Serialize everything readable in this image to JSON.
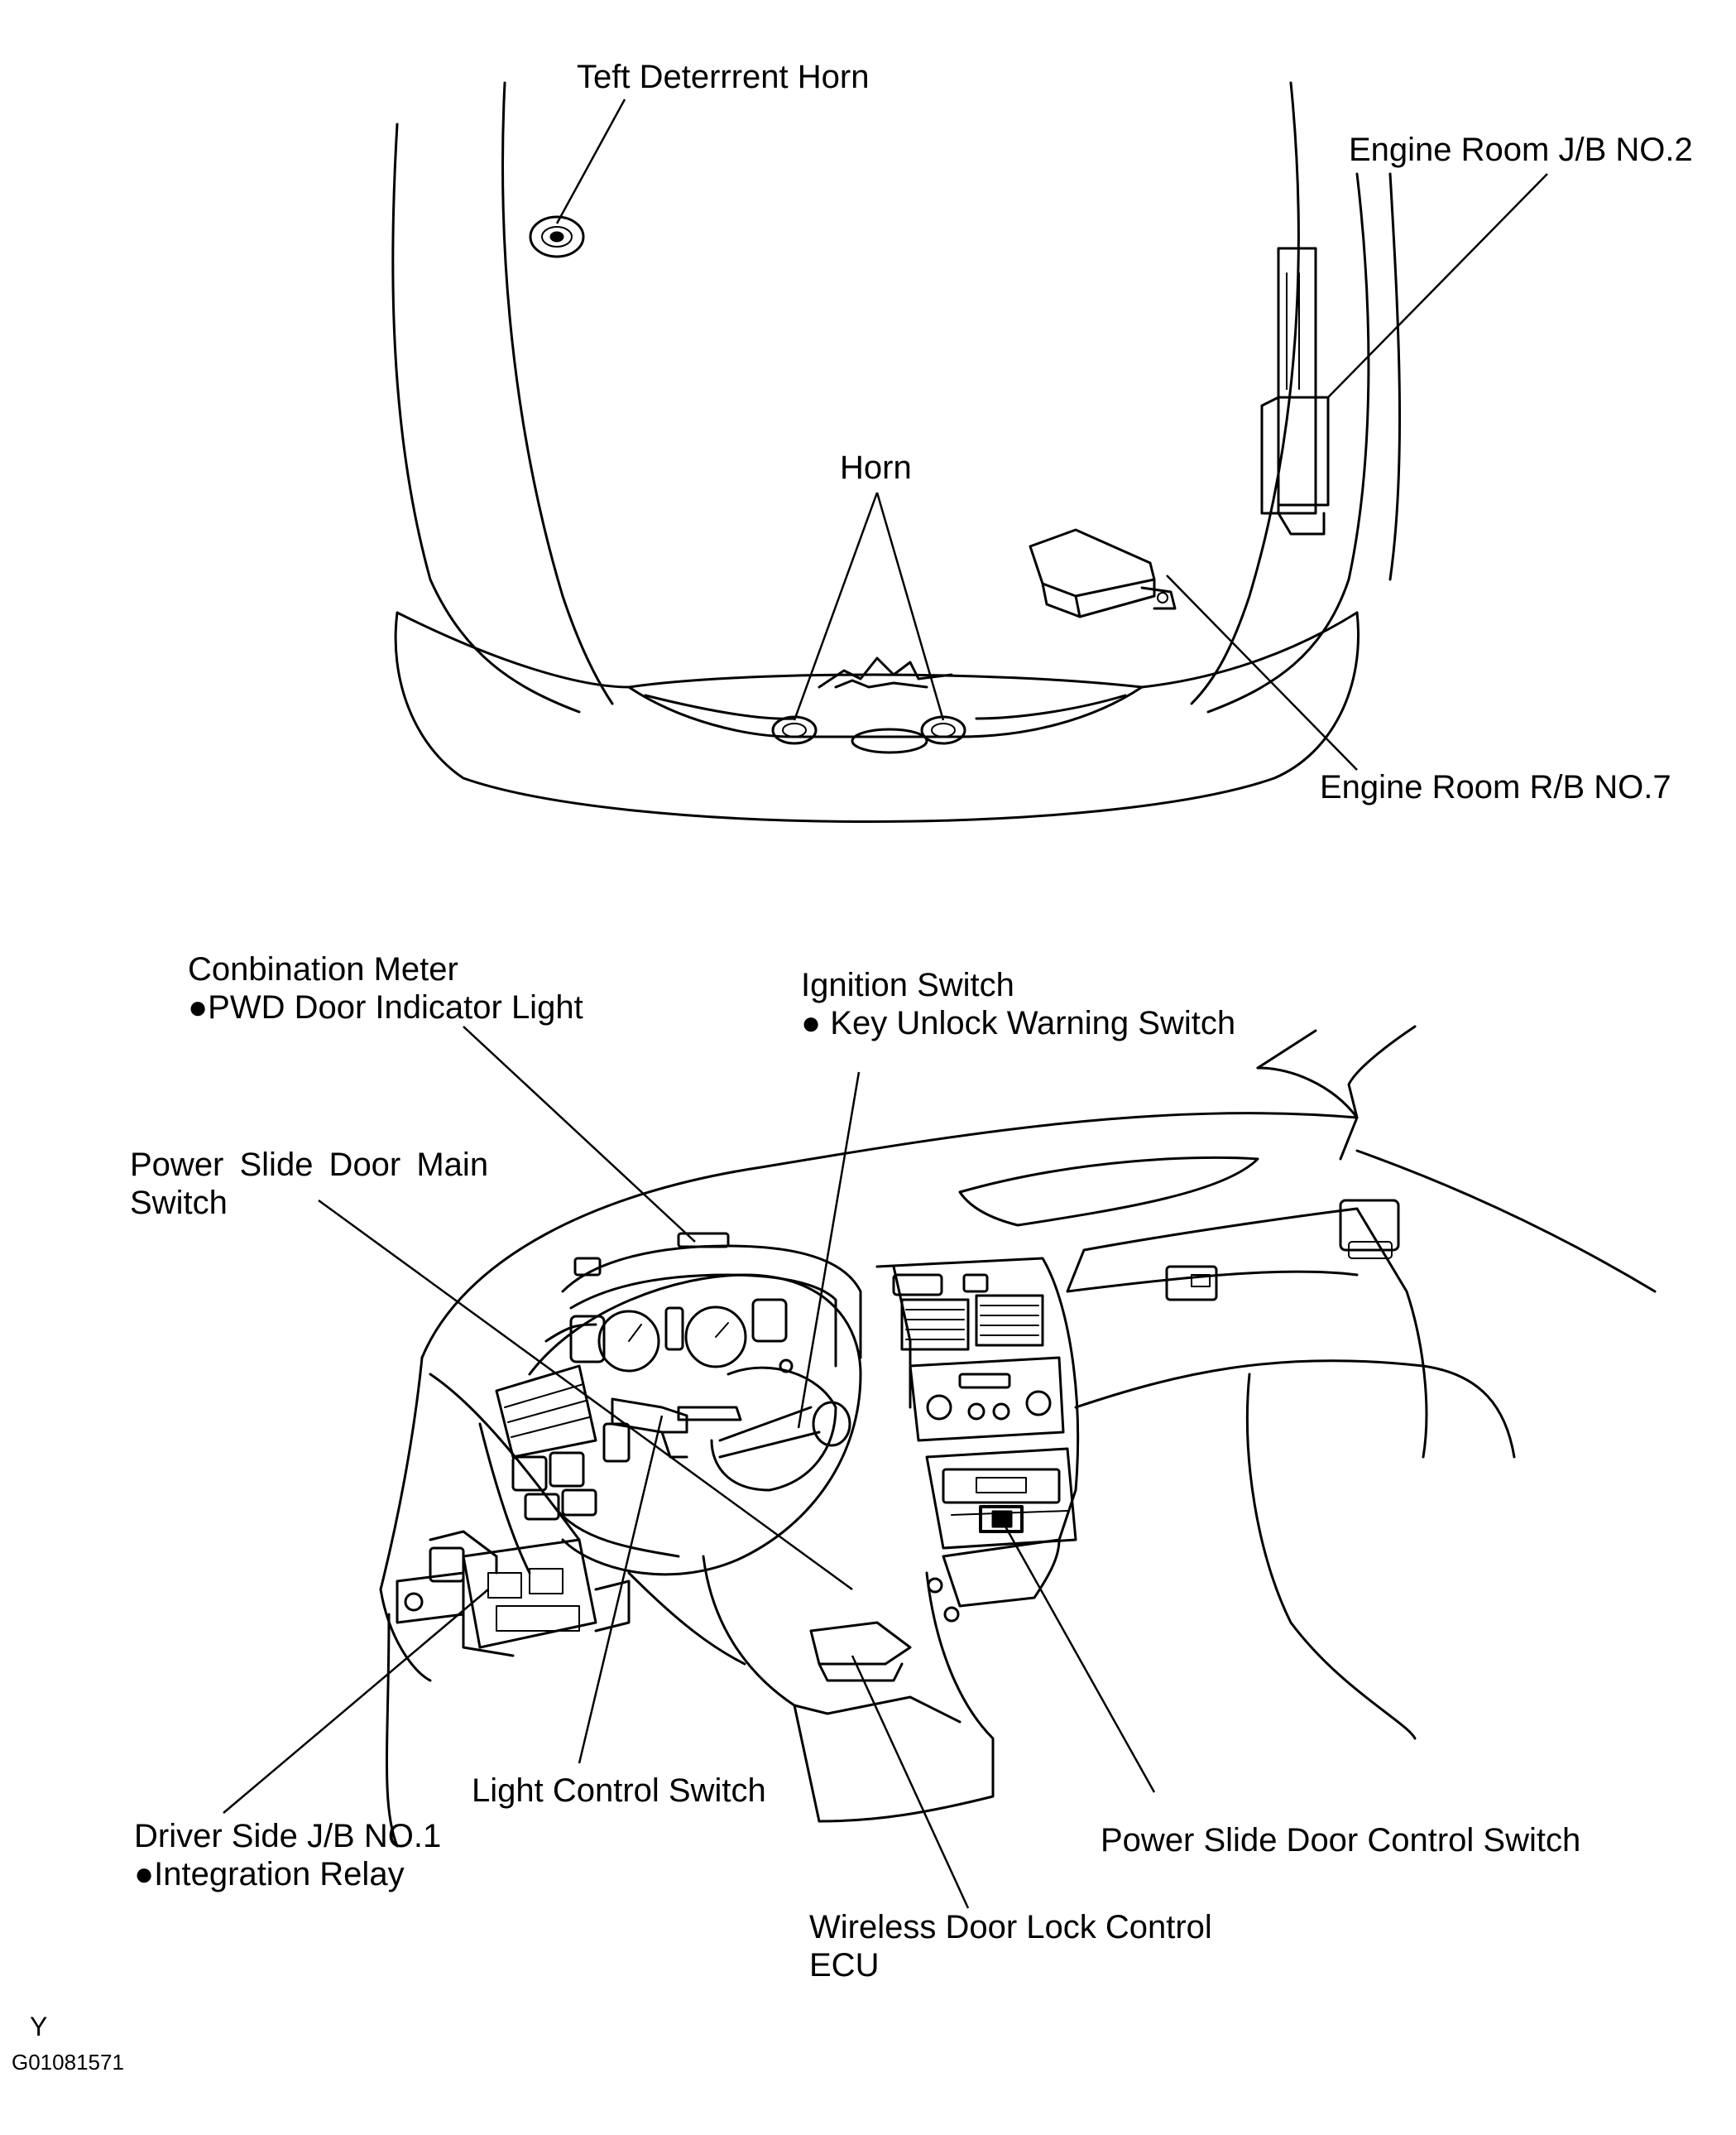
{
  "labels": {
    "theft_horn": "Teft Deterrrent Horn",
    "engine_jb2": "Engine Room J/B NO.2",
    "horn": "Horn",
    "engine_rb7": "Engine Room R/B NO.7",
    "combination_meter": "Conbination Meter",
    "combination_meter_sub": "●PWD Door Indicator Light",
    "ignition_switch": "Ignition Switch",
    "ignition_switch_sub": "● Key Unlock Warning Switch",
    "psd_main_switch_line1": "Power Slide Door Main",
    "psd_main_switch_line2": "Switch",
    "light_control_switch": "Light Control Switch",
    "driver_jb1": "Driver Side J/B NO.1",
    "driver_jb1_sub": "●Integration Relay",
    "psd_control_switch": "Power Slide Door Control Switch",
    "wireless_ecu_line1": "Wireless Door Lock Control",
    "wireless_ecu_line2": "ECU"
  },
  "footer": {
    "letter": "Y",
    "figure_code": "G01081571"
  }
}
